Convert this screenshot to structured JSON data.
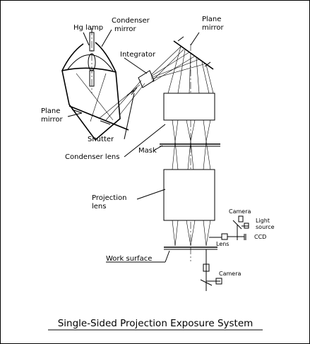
{
  "labels": {
    "hg_lamp": "Hg lamp",
    "condenser_mirror_1": "Condenser",
    "condenser_mirror_2": "mirror",
    "plane_mirror_top_1": "Plane",
    "plane_mirror_top_2": "mirror",
    "integrator": "Integrator",
    "plane_mirror_left_1": "Plane",
    "plane_mirror_left_2": "mirror",
    "shutter": "Shutter",
    "condenser_lens": "Condenser lens",
    "mask": "Mask",
    "projection_lens_1": "Projection",
    "projection_lens_2": "lens",
    "camera_top": "Camera",
    "light_source_1": "Light",
    "light_source_2": "source",
    "ccd": "CCD",
    "lens": "Lens",
    "work_surface": "Work surface",
    "camera_bottom": "Camera"
  },
  "title": "Single-Sided Projection Exposure System"
}
